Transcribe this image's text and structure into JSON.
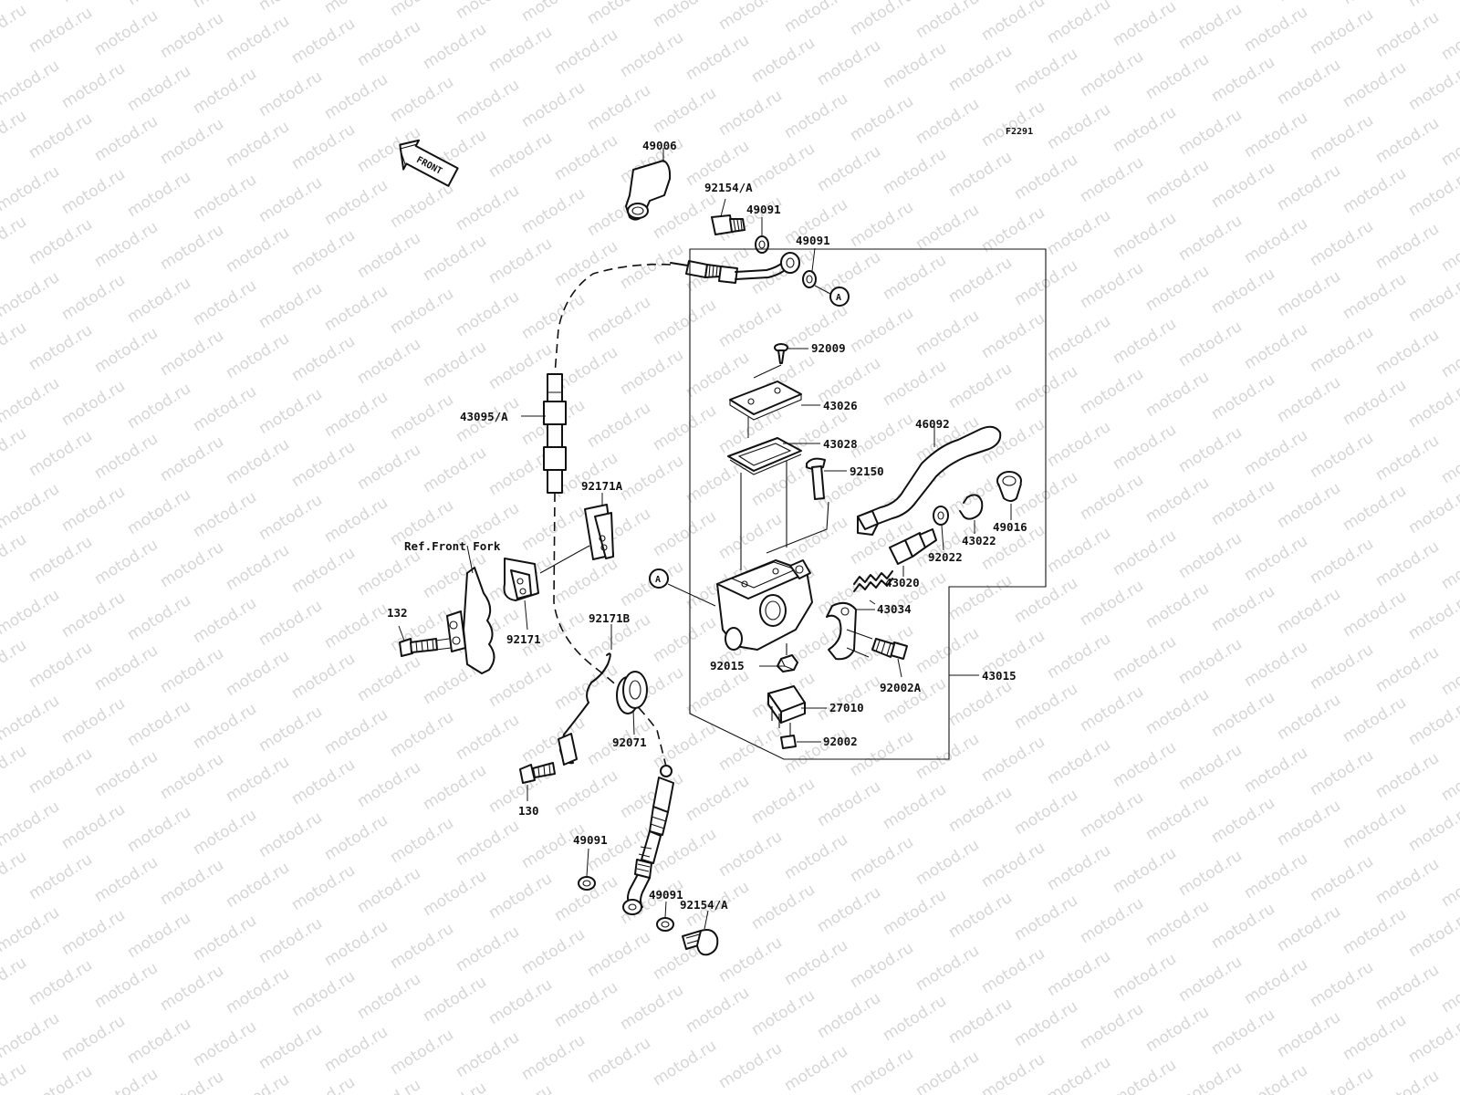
{
  "watermark": "motod.ru",
  "figure_code": "F2291",
  "front_arrow": "FRONT",
  "ref_label": "Ref.Front Fork",
  "circle_ref": "A",
  "labels": [
    {
      "id": "49006",
      "text": "49006"
    },
    {
      "id": "92154a-top",
      "text": "92154/A"
    },
    {
      "id": "49091-top-1",
      "text": "49091"
    },
    {
      "id": "49091-top-2",
      "text": "49091"
    },
    {
      "id": "92009",
      "text": "92009"
    },
    {
      "id": "43026",
      "text": "43026"
    },
    {
      "id": "43028",
      "text": "43028"
    },
    {
      "id": "46092",
      "text": "46092"
    },
    {
      "id": "92150",
      "text": "92150"
    },
    {
      "id": "43095a",
      "text": "43095/A"
    },
    {
      "id": "92171a",
      "text": "92171A"
    },
    {
      "id": "49016",
      "text": "49016"
    },
    {
      "id": "43022",
      "text": "43022"
    },
    {
      "id": "92022",
      "text": "92022"
    },
    {
      "id": "43020",
      "text": "43020"
    },
    {
      "id": "43034",
      "text": "43034"
    },
    {
      "id": "132",
      "text": "132"
    },
    {
      "id": "92171",
      "text": "92171"
    },
    {
      "id": "92171b",
      "text": "92171B"
    },
    {
      "id": "92015",
      "text": "92015"
    },
    {
      "id": "92002a",
      "text": "92002A"
    },
    {
      "id": "43015",
      "text": "43015"
    },
    {
      "id": "27010",
      "text": "27010"
    },
    {
      "id": "92071",
      "text": "92071"
    },
    {
      "id": "92002",
      "text": "92002"
    },
    {
      "id": "130",
      "text": "130"
    },
    {
      "id": "49091-bot-1",
      "text": "49091"
    },
    {
      "id": "49091-bot-2",
      "text": "49091"
    },
    {
      "id": "92154a-bot",
      "text": "92154/A"
    }
  ]
}
